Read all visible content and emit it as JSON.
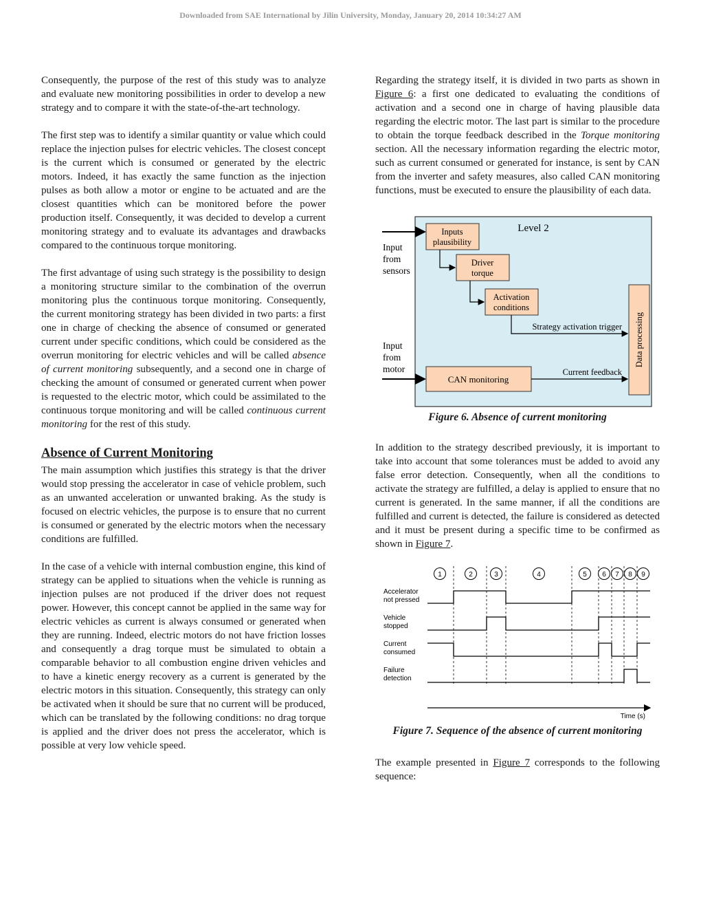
{
  "header": "Downloaded from SAE International by Jilin University, Monday, January 20, 2014 10:34:27 AM",
  "left": {
    "p1": "Consequently, the purpose of the rest of this study was to analyze and evaluate new monitoring possibilities in order to develop a new strategy and to compare it with the state-of-the-art technology.",
    "p2": "The first step was to identify a similar quantity or value which could replace the injection pulses for electric vehicles. The closest concept is the current which is consumed or generated by the electric motors. Indeed, it has exactly the same function as the injection pulses as both allow a motor or engine to be actuated and are the closest quantities which can be monitored before the power production itself. Consequently, it was decided to develop a current monitoring strategy and to evaluate its advantages and drawbacks compared to the continuous torque monitoring.",
    "p3a": "The first advantage of using such strategy is the possibility to design a monitoring structure similar to the combination of the overrun monitoring plus the continuous torque monitoring. Consequently, the current monitoring strategy has been divided in two parts: a first one in charge of checking the absence of consumed or generated current under specific conditions, which could be considered as the overrun monitoring for electric vehicles and will be called ",
    "p3b": "absence of current monitoring",
    "p3c": " subsequently, and a second one in charge of checking the amount of consumed or generated current when power is requested to the electric motor, which could be assimilated to the continuous torque monitoring and will be called ",
    "p3d": "continuous current monitoring",
    "p3e": " for the rest of this study.",
    "heading": "Absence of Current Monitoring",
    "p4": "The main assumption which justifies this strategy is that the driver would stop pressing the accelerator in case of vehicle problem, such as an unwanted acceleration or unwanted braking. As the study is focused on electric vehicles, the purpose is to ensure that no current is consumed or generated by the electric motors when the necessary conditions are fulfilled.",
    "p5": "In the case of a vehicle with internal combustion engine, this kind of strategy can be applied to situations when the vehicle is running as injection pulses are not produced if the driver does not request power. However, this concept cannot be applied in the same way for electric vehicles as current is always consumed or generated when they are running. Indeed, electric motors do not have friction losses and consequently a drag torque must be simulated to obtain a comparable behavior to all combustion engine driven vehicles and to have a kinetic energy recovery as a current is generated by the electric motors in this situation. Consequently, this strategy can only be activated when it should be sure that no current will be produced, which can be translated by the following conditions: no drag torque is applied and the driver does not press the accelerator, which is possible at very low vehicle speed."
  },
  "right": {
    "p1a": "Regarding the strategy itself, it is divided in two parts as shown in ",
    "p1link": "Figure 6",
    "p1b": ": a first one dedicated to evaluating the conditions of activation and a second one in charge of having plausible data regarding the electric motor. The last part is similar to the procedure to obtain the torque feedback described in the ",
    "p1c": "Torque monitoring",
    "p1d": " section. All the necessary information regarding the electric motor, such as current consumed or generated for instance, is sent by CAN from the inverter and safety measures, also called CAN monitoring functions, must be executed to ensure the plausibility of each data.",
    "fig6_caption": "Figure 6. Absence of current monitoring",
    "p2a": "In addition to the strategy described previously, it is important to take into account that some tolerances must be added to avoid any false error detection. Consequently, when all the conditions to activate the strategy are fulfilled, a delay is applied to ensure that no current is generated. In the same manner, if all the conditions are fulfilled and current is detected, the failure is considered as detected and it must be present during a specific time to be confirmed as shown in ",
    "p2link": "Figure 7",
    "p2b": ".",
    "fig7_caption": "Figure 7. Sequence of the absence of current monitoring",
    "p3a": "The example presented in ",
    "p3link": "Figure 7",
    "p3b": " corresponds to the following sequence:"
  },
  "fig6": {
    "level": "Level 2",
    "inputs_l1": "Inputs",
    "inputs_l2": "plausibility",
    "driver_l1": "Driver",
    "driver_l2": "torque",
    "act_l1": "Activation",
    "act_l2": "conditions",
    "can": "CAN monitoring",
    "data_processing": "Data processing",
    "trigger": "Strategy activation trigger",
    "feedback": "Current feedback",
    "sensors_l1": "Input",
    "sensors_l2": "from",
    "sensors_l3": "sensors",
    "motor_l1": "Input",
    "motor_l2": "from",
    "motor_l3": "motor",
    "colors": {
      "bg": "#d8ecf3",
      "box": "#fbd5b5"
    }
  },
  "fig7": {
    "phases": [
      "1",
      "2",
      "3",
      "4",
      "5",
      "6",
      "7",
      "8",
      "9"
    ],
    "sig1_l1": "Accelerator",
    "sig1_l2": "not pressed",
    "sig2_l1": "Vehicle",
    "sig2_l2": "stopped",
    "sig3_l1": "Current",
    "sig3_l2": "consumed",
    "sig4_l1": "Failure",
    "sig4_l2": "detection",
    "time_label": "Time (s)"
  }
}
